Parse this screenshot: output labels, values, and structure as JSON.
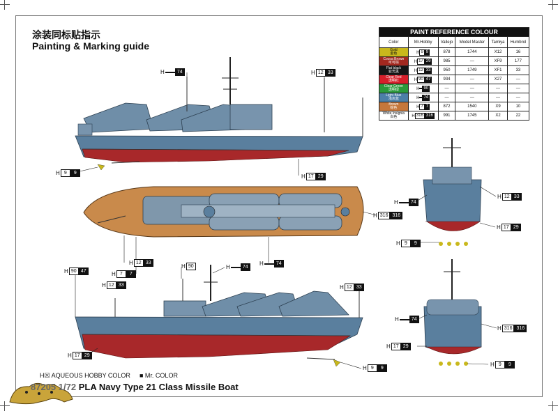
{
  "title_cn": "涂装同标贴指示",
  "title_en": "Painting & Marking guide",
  "paint_table": {
    "header": "PAINT REFERENCE COLOUR",
    "columns": [
      "Color",
      "Mr.Hobby",
      "Vallejo",
      "Model Master",
      "Tamiya",
      "Humbrol"
    ],
    "rows": [
      {
        "name_en": "Gold",
        "name_cn": "金色",
        "swatch": "#c9b81c",
        "text": "#111",
        "aq": "9",
        "mr": "9",
        "vallejo": "878",
        "model_master": "1744",
        "tamiya": "X12",
        "humbrol": "16"
      },
      {
        "name_en": "Cocoa Brown",
        "name_cn": "可可棕",
        "swatch": "#a2281f",
        "text": "#fff",
        "aq": "17",
        "mr": "29",
        "vallejo": "985",
        "model_master": "—",
        "tamiya": "XF9",
        "humbrol": "177"
      },
      {
        "name_en": "Flat black",
        "name_cn": "亚光黑",
        "swatch": "#151515",
        "text": "#fff",
        "aq": "12",
        "mr": "33",
        "vallejo": "950",
        "model_master": "1749",
        "tamiya": "XF1",
        "humbrol": "33"
      },
      {
        "name_en": "Clear Red",
        "name_cn": "透明红",
        "swatch": "#d61f2a",
        "text": "#fff",
        "aq": "90",
        "mr": "47",
        "vallejo": "934",
        "model_master": "—",
        "tamiya": "X27",
        "humbrol": "—"
      },
      {
        "name_en": "Clear Green",
        "name_cn": "透明绿",
        "swatch": "#2a9a3a",
        "text": "#fff",
        "aq": "",
        "mr": "90",
        "vallejo": "—",
        "model_master": "—",
        "tamiya": "—",
        "humbrol": "—"
      },
      {
        "name_en": "Light Blue",
        "name_cn": "浅灰蓝",
        "swatch": "#4c7fa7",
        "text": "#fff",
        "aq": "",
        "mr": "74",
        "vallejo": "—",
        "model_master": "—",
        "tamiya": "—",
        "humbrol": "—"
      },
      {
        "name_en": "Brown",
        "name_cn": "棕色",
        "swatch": "#c5773b",
        "text": "#fff",
        "aq": "7",
        "mr": "7",
        "vallejo": "872",
        "model_master": "1540",
        "tamiya": "X9",
        "humbrol": "10"
      },
      {
        "name_en": "White Insignia",
        "name_cn": "白色",
        "swatch": "#ffffff",
        "text": "#111",
        "aq": "316",
        "mr": "316",
        "vallejo": "991",
        "model_master": "1745",
        "tamiya": "X2",
        "humbrol": "22"
      }
    ]
  },
  "callouts": {
    "h74_top": {
      "aq": "",
      "mr": "74"
    },
    "h12_33_top": {
      "aq": "12",
      "mr": "33"
    },
    "h9_9_side": {
      "aq": "9",
      "mr": "9"
    },
    "h17_29_side": {
      "aq": "17",
      "mr": "29"
    },
    "h12_33_deck": {
      "aq": "12",
      "mr": "33"
    },
    "h7_7_deck": {
      "aq": "7",
      "mr": "7"
    },
    "h74_deck": {
      "aq": "",
      "mr": "74"
    },
    "h316_deck": {
      "aq": "316",
      "mr": "316"
    },
    "h74_stern": {
      "aq": "",
      "mr": "74"
    },
    "h12_33_stern": {
      "aq": "12",
      "mr": "33"
    },
    "h17_29_stern": {
      "aq": "17",
      "mr": "29"
    },
    "h9_9_stern": {
      "aq": "9",
      "mr": "9"
    },
    "h90_47": {
      "aq": "90",
      "mr": "47"
    },
    "h12_33_low": {
      "aq": "12",
      "mr": "33"
    },
    "h90_mid": {
      "aq": "90",
      "mr": ""
    },
    "h74_low1": {
      "aq": "",
      "mr": "74"
    },
    "h12_33_low_right": {
      "aq": "12",
      "mr": "33"
    },
    "h17_29_low": {
      "aq": "17",
      "mr": "29"
    },
    "h9_9_low": {
      "aq": "9",
      "mr": "9"
    },
    "h74_bow": {
      "aq": "",
      "mr": "74"
    },
    "h316_bow": {
      "aq": "316",
      "mr": "316"
    },
    "h17_29_bow": {
      "aq": "17",
      "mr": "29"
    },
    "h9_9_bow": {
      "aq": "9",
      "mr": "9"
    }
  },
  "legend": {
    "aqueous": "H☒ AQUEOUS HOBBY COLOR",
    "mr": "■ Mr. COLOR"
  },
  "footer": {
    "number": "87205 1/72",
    "title": "PLA Navy Type 21 Class Missile Boat"
  },
  "colors": {
    "hull_grey": "#5a7f9e",
    "bottom_red": "#a8282a",
    "deck_tan": "#c98a4b",
    "gold": "#c9b81c"
  }
}
